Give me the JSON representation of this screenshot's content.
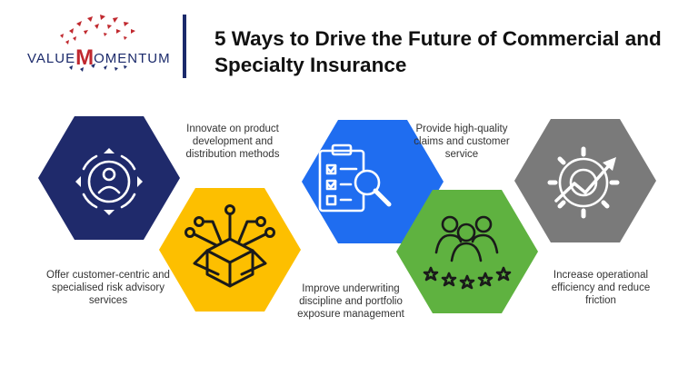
{
  "logo": {
    "prefix": "VALUE",
    "initial": "M",
    "suffix": "OMENTUM"
  },
  "title": "5 Ways to Drive the Future of Commercial and Specialty Insurance",
  "steps": [
    {
      "caption": "Offer customer-centric and specialised risk advisory services",
      "color": "#1f2a6b",
      "icon": "customer-cycle-icon"
    },
    {
      "caption": "Improve underwriting discipline and portfolio exposure management",
      "color": "#fdbf00",
      "icon": "open-box-network-icon"
    },
    {
      "caption": "Innovate on product development and distribution methods",
      "color": "#1f6df0",
      "icon": "clipboard-search-icon"
    },
    {
      "caption": "Increase operational efficiency and reduce friction",
      "color": "#5fb240",
      "icon": "team-rating-icon"
    },
    {
      "caption": "Provide high-quality claims and customer service",
      "color": "#7a7a7a",
      "icon": "gear-growth-icon"
    }
  ]
}
